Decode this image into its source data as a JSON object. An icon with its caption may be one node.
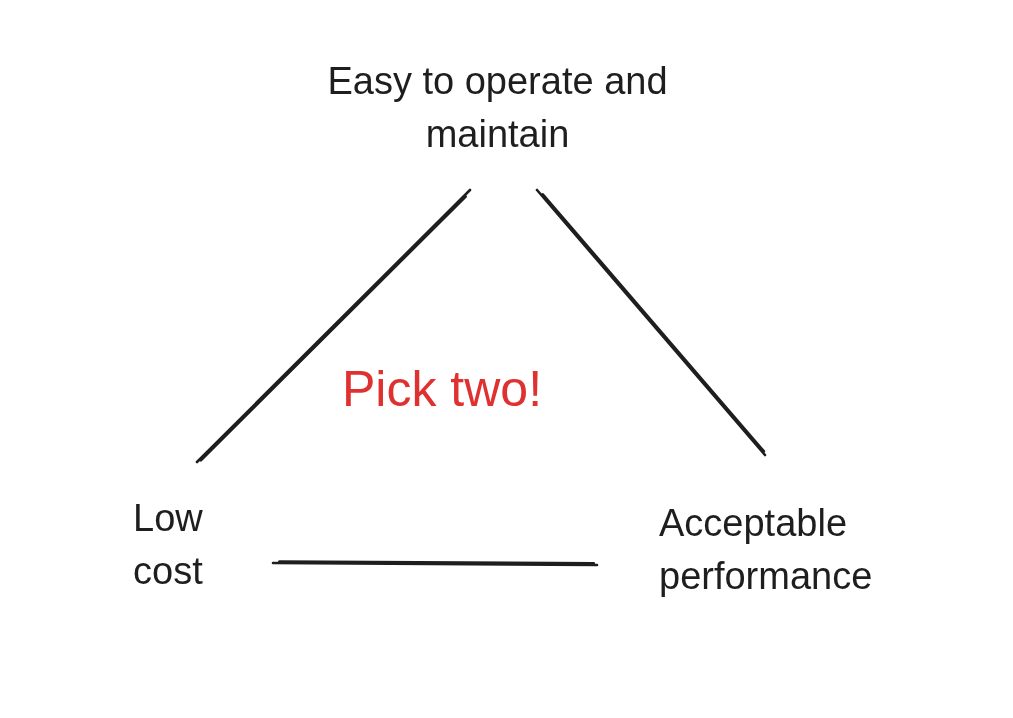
{
  "diagram": {
    "nodes": [
      {
        "text": [
          "Easy to operate and maintain"
        ]
      },
      {
        "text": [
          "Low cost"
        ]
      },
      {
        "text": [
          "Acceptable performance"
        ]
      }
    ],
    "edges": [
      {
        "from": 0,
        "to": 1,
        "arrow": "none"
      },
      {
        "from": 0,
        "to": 2,
        "arrow": "none"
      },
      {
        "from": 1,
        "to": 2,
        "arrow": "none"
      }
    ],
    "labels": [
      "Pick two!"
    ]
  }
}
